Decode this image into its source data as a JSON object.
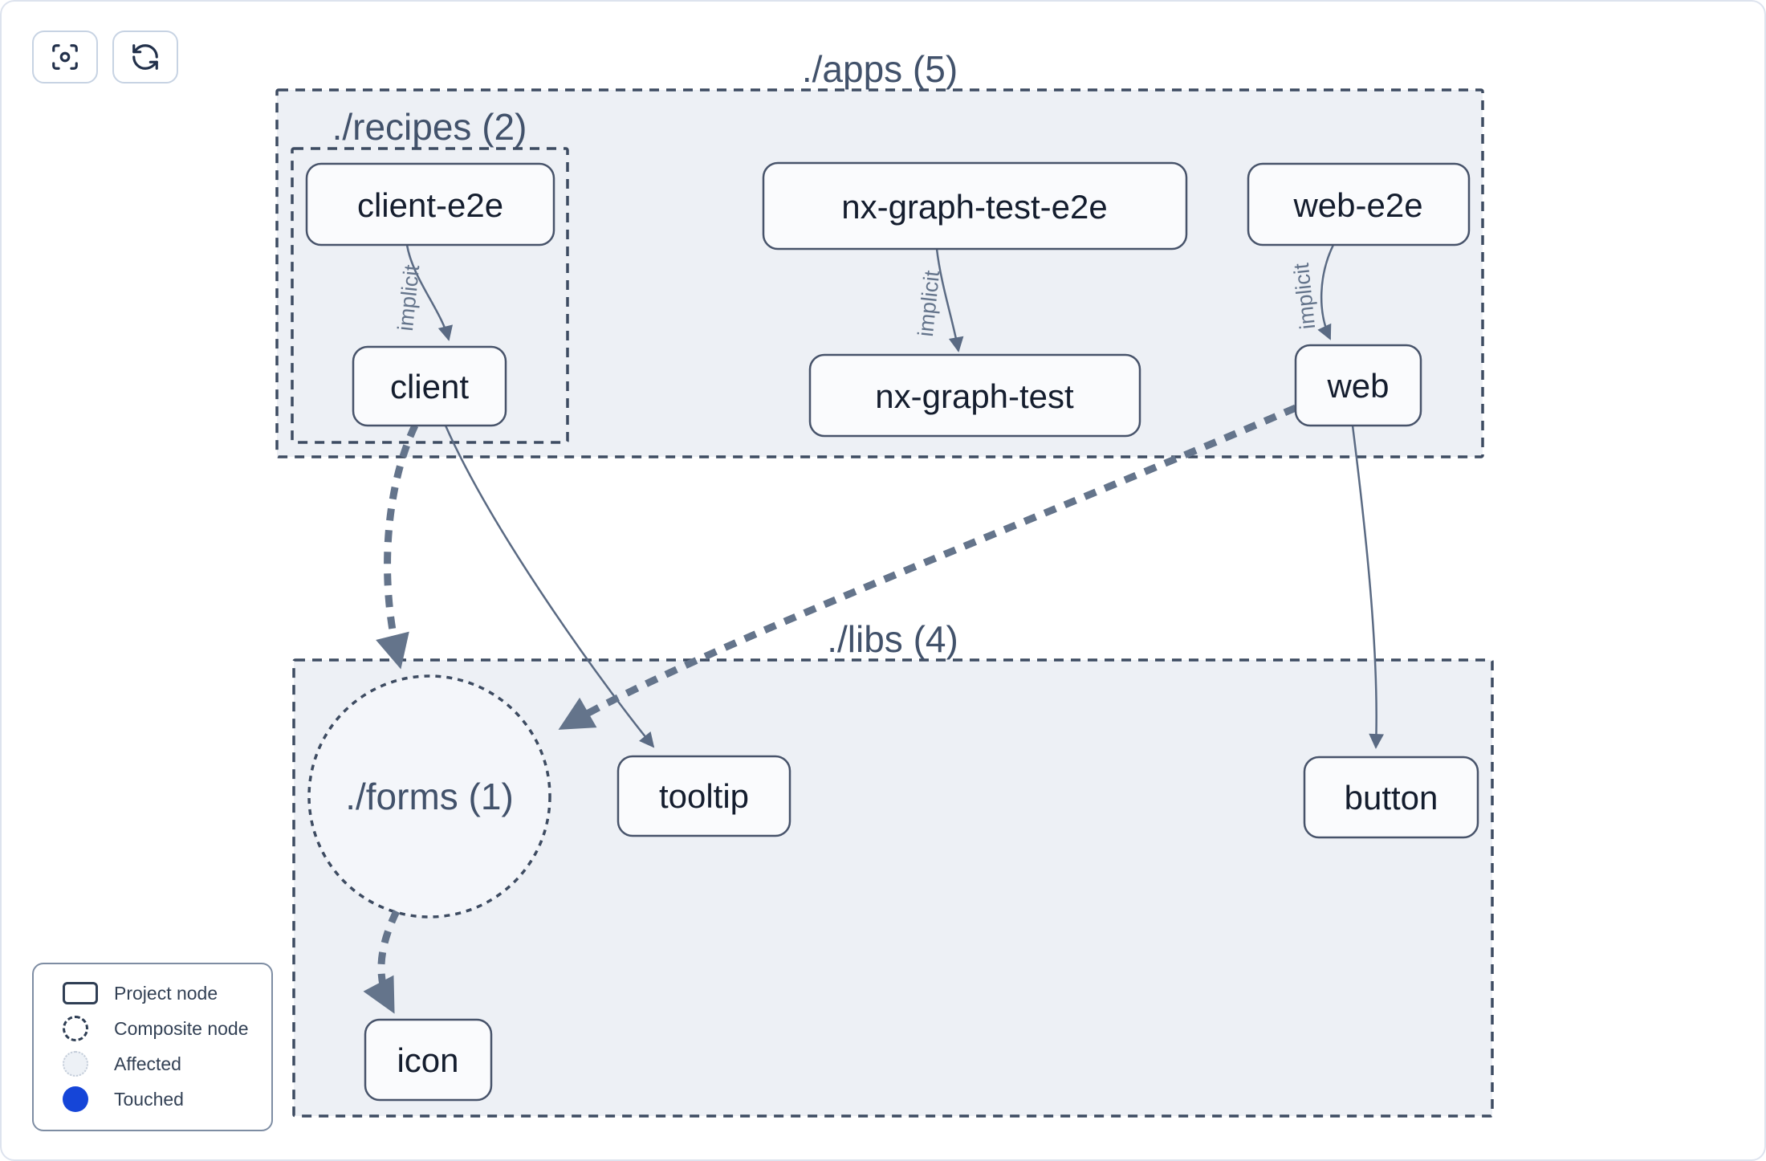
{
  "toolbar": {
    "buttons": [
      {
        "icon": "focus-icon"
      },
      {
        "icon": "refresh-icon"
      }
    ]
  },
  "groups": {
    "apps": {
      "label": "./apps (5)"
    },
    "recipes": {
      "label": "./recipes (2)"
    },
    "libs": {
      "label": "./libs (4)"
    },
    "forms": {
      "label": "./forms (1)"
    }
  },
  "nodes": {
    "client_e2e": {
      "label": "client-e2e"
    },
    "client": {
      "label": "client"
    },
    "nx_graph_test_e2e": {
      "label": "nx-graph-test-e2e"
    },
    "nx_graph_test": {
      "label": "nx-graph-test"
    },
    "web_e2e": {
      "label": "web-e2e"
    },
    "web": {
      "label": "web"
    },
    "tooltip": {
      "label": "tooltip"
    },
    "button": {
      "label": "button"
    },
    "icon": {
      "label": "icon"
    }
  },
  "edges": {
    "client_e2e_to_client": {
      "label": "implicit",
      "type": "implicit"
    },
    "test_e2e_to_test": {
      "label": "implicit",
      "type": "implicit"
    },
    "web_e2e_to_web": {
      "label": "implicit",
      "type": "implicit"
    },
    "client_to_forms": {
      "type": "dynamic-dashed"
    },
    "client_to_tooltip": {
      "type": "static"
    },
    "web_to_forms": {
      "type": "dynamic-dashed"
    },
    "web_to_button": {
      "type": "static"
    },
    "forms_to_icon": {
      "type": "dynamic-dashed"
    }
  },
  "legend": {
    "items": [
      {
        "label": "Project node",
        "swatch": "project-node-swatch"
      },
      {
        "label": "Composite node",
        "swatch": "composite-node-swatch"
      },
      {
        "label": "Affected",
        "swatch": "affected-swatch"
      },
      {
        "label": "Touched",
        "swatch": "touched-swatch"
      }
    ]
  },
  "colors": {
    "touched_blue": "#1545d8",
    "group_fill": "#edf0f5",
    "node_fill": "#fafbfd",
    "node_border": "#47536a",
    "edge_color": "#64748b"
  }
}
